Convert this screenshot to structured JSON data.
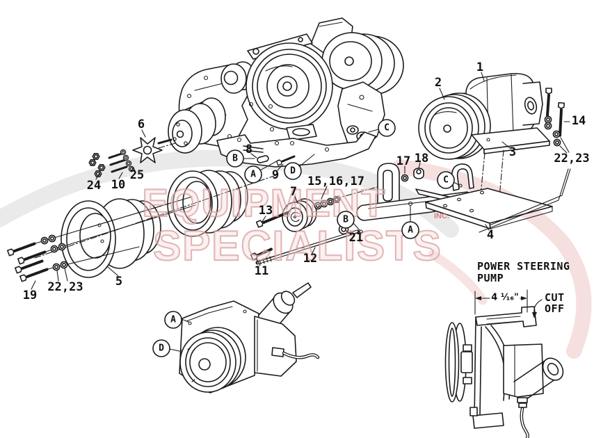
{
  "page": {
    "background": "#ffffff",
    "description": "Exploded parts diagram - AC compressor and power steering pump mounting on engine"
  },
  "line_color": "#1b1b1b",
  "watermark": {
    "line1": "EQUIPMENT",
    "line2": "SPECIALISTS",
    "suffix": "INC.",
    "outline_color": "#cf8f8f",
    "fill_color": "#f7dada",
    "inc_color": "#dd6a6a",
    "swoosh_gray": "#d8d8d8",
    "swoosh_pink": "#eec0c0"
  },
  "notes": {
    "pump_title_line1": "POWER STEERING",
    "pump_title_line2": "PUMP",
    "cutoff_line1": "CUT",
    "cutoff_line2": "OFF",
    "dimension": "4 ¹⁄₁₆\""
  },
  "part_labels": {
    "n1": "1",
    "n2": "2",
    "n3": "3",
    "n4": "4",
    "n5": "5",
    "n6": "6",
    "n7": "7",
    "n8": "8",
    "n9": "9",
    "n10": "10",
    "n11": "11",
    "n12": "12",
    "n13": "13",
    "n14": "14",
    "n151617": "15,16,17",
    "n17": "17",
    "n18": "18",
    "n19": "19",
    "n21": "21",
    "n2223_left": "22,23",
    "n2223_right": "22,23",
    "n24": "24",
    "n25": "25"
  },
  "ref_labels": {
    "a1": "A",
    "a2": "A",
    "a3": "A",
    "b1": "B",
    "b2": "B",
    "c1": "C",
    "c2": "C",
    "d1": "D",
    "d2": "D"
  }
}
